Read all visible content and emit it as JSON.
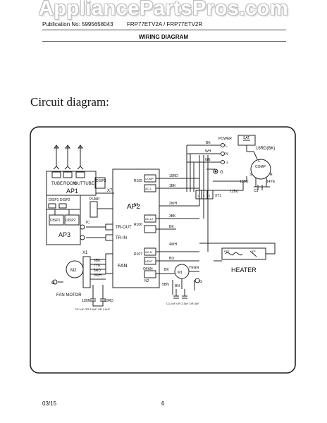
{
  "watermark": "AppliancePartsPros.com",
  "header": {
    "publication": "Publication No: 5995658043",
    "models": "FRP77ETV2A / FRP77ETV2R",
    "title": "WIRING DIAGRAM"
  },
  "heading": "Circuit   diagram:",
  "footer": {
    "date": "03/15",
    "page": "6"
  },
  "diagram": {
    "ap1_sensor_labels": [
      "TUBE",
      "ROOM",
      "OUTTUBE"
    ],
    "ap1_label": "AP1",
    "disp_labels": [
      "DISP1",
      "DISP2"
    ],
    "disp3_label": "DISP3",
    "ap3_disp_labels": [
      "DISP1",
      "DISP2"
    ],
    "ap3_label": "AP3",
    "ap2_label": "AP2",
    "x7": "X7",
    "pump": "PUMP",
    "tr_out": "TR-OUT",
    "tr_in": "TR-IN",
    "tc": "TC",
    "comp_conn": "COMP",
    "ac_l": "AC-L",
    "r105": "R105",
    "n1": "N1",
    "ac_l2": "AC-L2",
    "r106": "R106",
    "ac_n": "AC-N",
    "r107": "R107",
    "heat_conn": "HEAT",
    "ofan": "OFAN",
    "n2": "N2",
    "fan": "FAN",
    "fan_motor": "FAN MOTOR",
    "m2": "M2",
    "x1": "X1",
    "fan_wires": [
      "6BK",
      "7YE",
      "8RD",
      "9WH",
      "11BN",
      "10RD"
    ],
    "fan_cap": "C2:1uF OR 1.5uF OR 1.6uF",
    "power": "POWER",
    "power_colors": [
      "BK",
      "WH",
      "GN"
    ],
    "power_terms": [
      "L",
      "N",
      "⏚"
    ],
    "g": "G",
    "sat": "SAT",
    "sat_wire": "16RD(BK)",
    "comp": "COMP",
    "csr": [
      "C",
      "S",
      "R"
    ],
    "c3": "C3",
    "bottom_wires": [
      "13BU",
      "14YE",
      "12BU"
    ],
    "m_wires": [
      "15RD",
      "1BK",
      "2WH",
      "3BK",
      "4WH"
    ],
    "bk": "BK",
    "bu": "BU",
    "xt1": "XT1",
    "xt_terms": [
      "1",
      "2",
      "3"
    ],
    "m1": "M1",
    "ofan_colors": [
      "BK",
      "YEGN",
      "5BN",
      "BN"
    ],
    "c1": "C1:2uF OR 2.5uF OR 3uF",
    "heater": "HEATER",
    "fpt": "FPT",
    "ff": "FF",
    "heater_wire": "HEAT"
  }
}
